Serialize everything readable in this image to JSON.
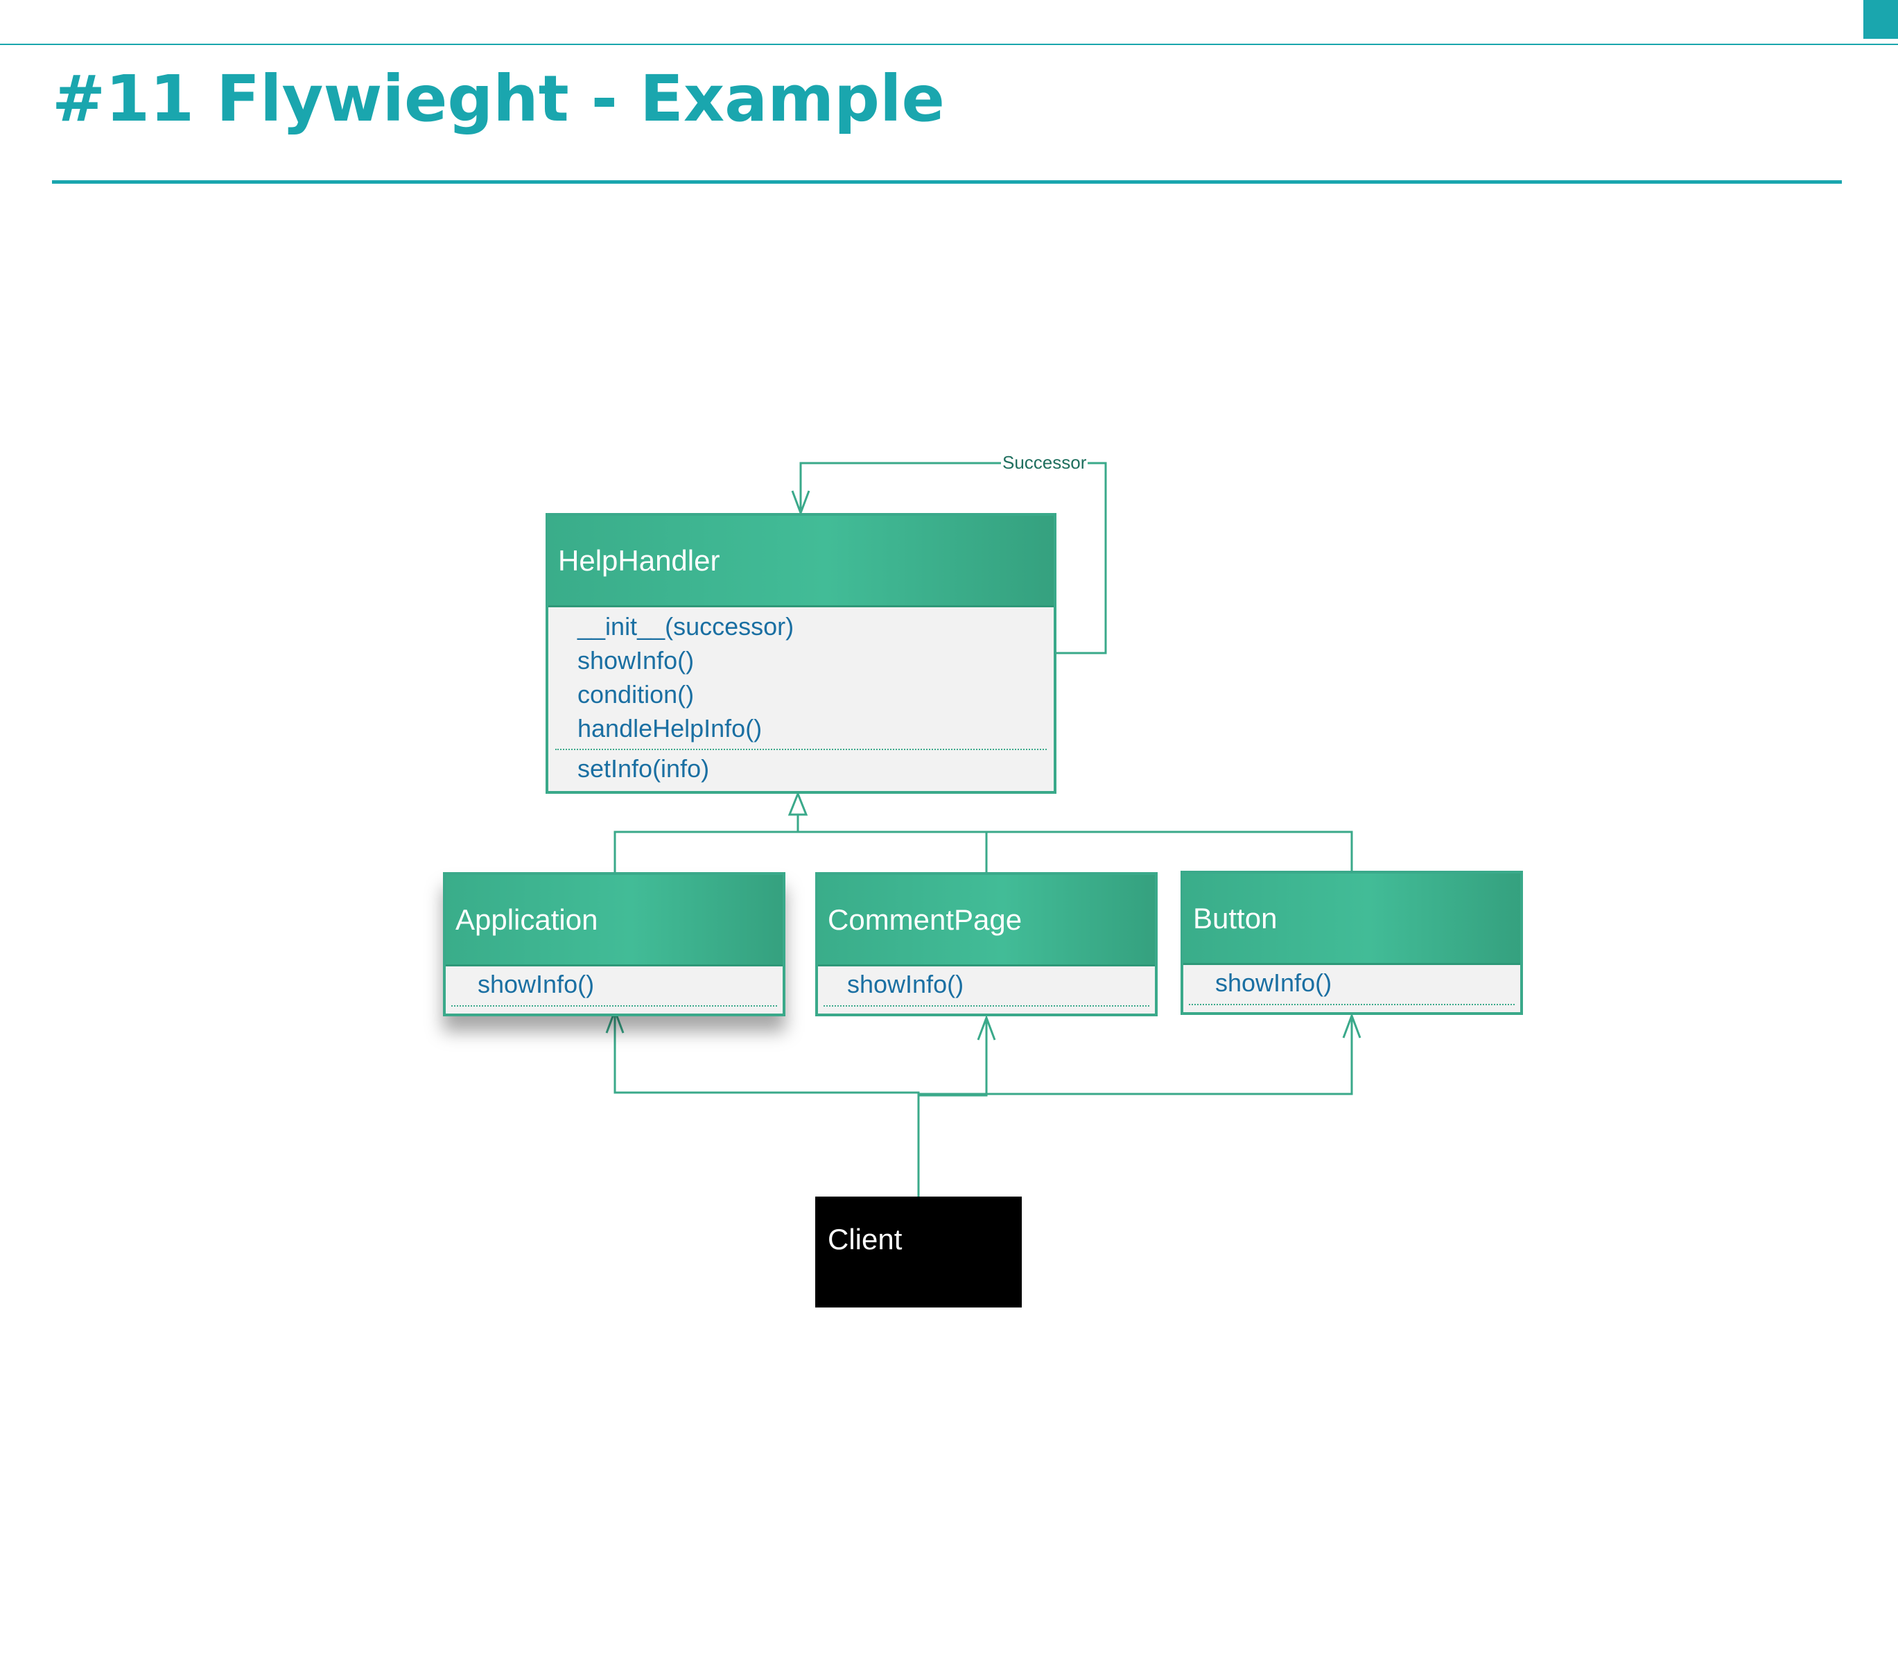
{
  "slide": {
    "title": "#11 Flywieght - Example",
    "accent_color": "#1aa6ae"
  },
  "diagram": {
    "line_color": "#3aa98a",
    "classes": {
      "help_handler": {
        "name": "HelpHandler",
        "methods": [
          "__init__(successor)",
          "showInfo()",
          "condition()",
          "handleHelpInfo()"
        ],
        "extra_methods": [
          "setInfo(info)"
        ]
      },
      "application": {
        "name": "Application",
        "methods": [
          "showInfo()"
        ]
      },
      "comment_page": {
        "name": "CommentPage",
        "methods": [
          "showInfo()"
        ]
      },
      "button": {
        "name": "Button",
        "methods": [
          "showInfo()"
        ]
      },
      "client": {
        "name": "Client"
      }
    },
    "relations": {
      "self_association_label": "Successor",
      "generalizations": [
        "Application → HelpHandler",
        "CommentPage → HelpHandler",
        "Button → HelpHandler"
      ],
      "associations": [
        "Client → Application",
        "Client → CommentPage",
        "Client → Button"
      ]
    }
  }
}
